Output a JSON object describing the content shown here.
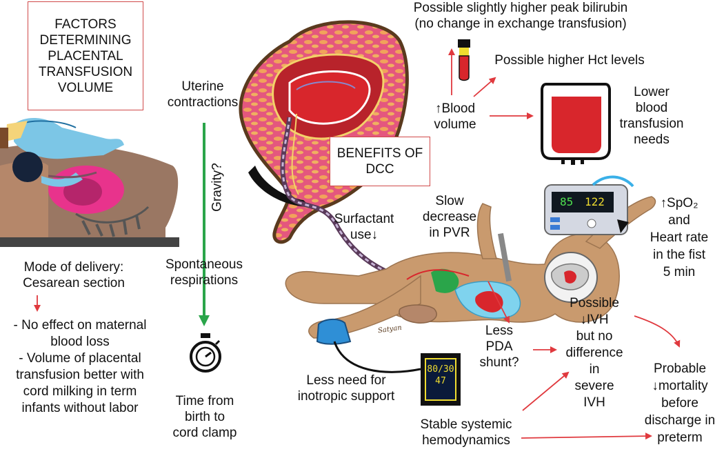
{
  "factors_box": {
    "lines": [
      "FACTORS",
      "DETERMINING",
      "PLACENTAL",
      "TRANSFUSION",
      "VOLUME"
    ]
  },
  "benefits_box": {
    "lines": [
      "BENEFITS OF",
      "DCC"
    ]
  },
  "uterine": {
    "lines": [
      "Uterine",
      "contractions"
    ]
  },
  "gravity": {
    "label": "Gravity?"
  },
  "spontaneous": {
    "lines": [
      "Spontaneous",
      "respirations"
    ]
  },
  "time_clamp": {
    "lines": [
      "Time from",
      "birth to",
      "cord clamp"
    ]
  },
  "mode_delivery": {
    "lines": [
      "Mode of delivery:",
      "Cesarean section"
    ]
  },
  "effects": {
    "lines": [
      "- No effect on maternal",
      "blood loss",
      "- Volume of placental",
      "transfusion better with",
      "cord milking in term",
      "infants without labor"
    ]
  },
  "bilirubin": {
    "lines": [
      "Possible slightly higher peak bilirubin",
      "(no change in exchange transfusion)"
    ]
  },
  "hct": {
    "label": "Possible higher Hct levels"
  },
  "blood_volume": {
    "lines": [
      "↑Blood",
      "volume"
    ]
  },
  "transfusion": {
    "lines": [
      "Lower",
      "blood",
      "transfusion",
      "needs"
    ]
  },
  "spo2": {
    "lines": [
      "↑SpO₂",
      "and",
      "Heart rate",
      "in the fist",
      "5 min"
    ]
  },
  "surfactant": {
    "lines": [
      "Surfactant",
      "use↓"
    ]
  },
  "pvr": {
    "lines": [
      "Slow",
      "decrease",
      "in PVR"
    ]
  },
  "pda": {
    "lines": [
      "Less",
      "PDA",
      "shunt?"
    ]
  },
  "ivh": {
    "lines": [
      "Possible",
      "↓IVH",
      "but no",
      "difference",
      "in",
      "severe",
      "IVH"
    ]
  },
  "mortality": {
    "lines": [
      "Probable",
      "↓mortality",
      "before",
      "discharge in",
      "preterm"
    ]
  },
  "inotropic": {
    "lines": [
      "Less need for",
      "inotropic support"
    ]
  },
  "hemodynamics": {
    "lines": [
      "Stable systemic",
      "hemodynamics"
    ]
  },
  "monitor": {
    "line1": "80/30",
    "line2": "47"
  },
  "pulse_ox": {
    "spo2_value": "85",
    "hr_value": "122"
  },
  "artist_signature": "Satyan",
  "colors": {
    "red_arrow": "#e0393e",
    "green_arrow": "#2aa54a",
    "box_border": "#d04848",
    "infant_skin": "#c99a6e",
    "blood": "#d8262c",
    "uterus_wall": "#e0507a",
    "uterus_outline": "#5a3a1e"
  },
  "icons": [
    "infant-resuscitation-illustration",
    "uterus-placenta-illustration",
    "preterm-infant-illustration",
    "blood-tube-icon",
    "blood-bag-icon",
    "pulse-oximeter-icon",
    "bp-monitor-icon",
    "stopwatch-icon"
  ]
}
